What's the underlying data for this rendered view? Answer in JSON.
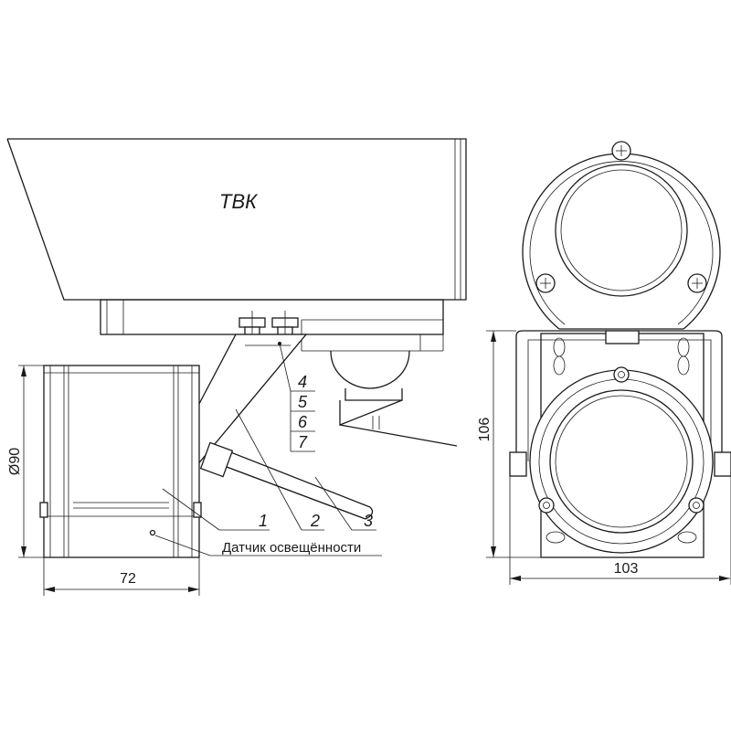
{
  "camera_label": "ТВК",
  "callouts": [
    "1",
    "2",
    "3",
    "4",
    "5",
    "6",
    "7"
  ],
  "sensor_label": "Датчик освещённости",
  "dimensions": {
    "diameter": "Ø90",
    "width_side": "72",
    "height_front": "106",
    "width_front": "103"
  },
  "colors": {
    "line": "#1a1a1a",
    "background": "#ffffff"
  }
}
